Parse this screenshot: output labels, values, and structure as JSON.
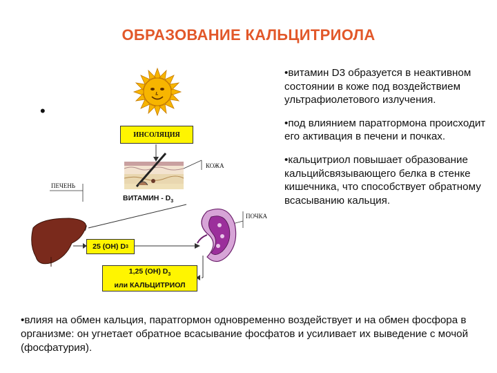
{
  "title": "ОБРАЗОВАНИЕ КАЛЬЦИТРИОЛА",
  "left_bullet": "•",
  "bullets": [
    "•витамин D3 образуется в неактивном состоянии в коже под воздействием ультрафиолетового излучения.",
    "•под влиянием паратгормона происходит его активация в печени и почках.",
    "•кальцитриол повышает образование кальцийсвязывающего белка в стенке кишечника, что способствует обратному всасыванию кальция."
  ],
  "bottom_text": "•влияя на обмен кальция, паратгормон одновременно воздействует и на обмен фосфора в организме: он угнетает обратное всасывание фосфатов и усиливает их выведение с мочой (фосфатурия).",
  "diagram": {
    "insolation": "ИНСОЛЯЦИЯ",
    "skin": "КОЖА",
    "liver": "ПЕЧЕНЬ",
    "kidney": "ПОЧКА",
    "vitamin": "ВИТАМИН - D",
    "vitamin_sub": "3",
    "hydroxy25": "25 (OH) D",
    "hydroxy25_sub": "3",
    "calcitriol_line1": "1,25 (OH) D",
    "calcitriol_line1_sub": "3",
    "calcitriol_line2": "или КАЛЬЦИТРИОЛ"
  },
  "colors": {
    "title": "#e2582a",
    "box_fill": "#fff500",
    "sun": "#f7b500",
    "liver": "#7a2a1c",
    "kidney": "#9b2f9b"
  }
}
